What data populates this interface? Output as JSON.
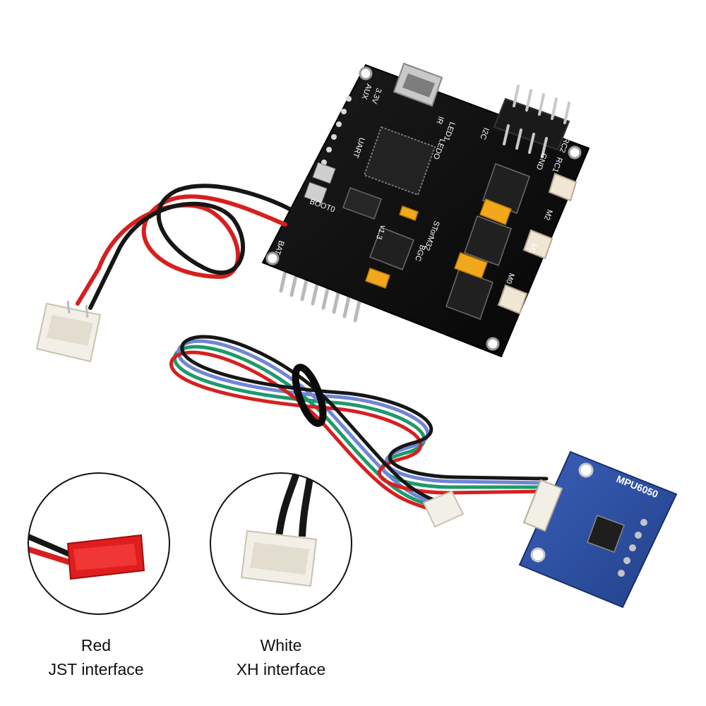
{
  "board": {
    "silkscreen": {
      "aux": "AUX",
      "v33": "3.3V",
      "ledo": "LEDO",
      "led1": "LED1",
      "ir": "IR",
      "i2c": "I2C",
      "uart": "UART",
      "rc2": "RC2",
      "rc1": "RC1",
      "gnd": "GND",
      "boot0": "BOOT0",
      "storm32": "STorM32",
      "bgc": "BGC",
      "v13": "v1.3",
      "m1": "M1",
      "m2": "M2",
      "m0": "M0",
      "bat": "BAT"
    }
  },
  "sensor": {
    "label": "MPU6050"
  },
  "captions": {
    "red": {
      "line1": "Red",
      "line2": "JST interface"
    },
    "white": {
      "line1": "White",
      "line2": "XH interface"
    }
  },
  "colors": {
    "pcb_black": "#0d0d0d",
    "pcb_blue": "#2c4fa3",
    "wire_red": "#d62020",
    "wire_black": "#161616",
    "wire_green": "#1f9a6a",
    "wire_blue": "#6f86d6",
    "jst_red": "#e01e1e",
    "connector_white": "#f2efe6",
    "tantalum_yellow": "#f2a81c"
  }
}
